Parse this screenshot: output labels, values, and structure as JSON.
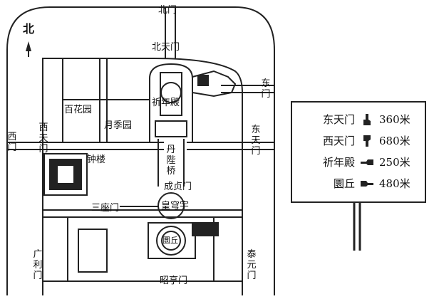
{
  "compass": {
    "label": "北"
  },
  "map": {
    "gates": {
      "north_gate": "北门",
      "north_tianmen": "北天门",
      "east_gate": "东门",
      "east_tianmen": "东天门",
      "west_gate": "西门",
      "west_tianmen": "西天门",
      "guangli_gate": "广利门",
      "taiyuan_gate": "泰元门",
      "zhaoheng_gate": "昭亨门",
      "chengzhen_gate": "成贞门",
      "sanzuo_gate": "三座门"
    },
    "sites": {
      "qiniandian": "祈年殿",
      "baihuayuan": "百花园",
      "yuejiyuan": "月季园",
      "zhonglou": "钟楼",
      "danbiqiao": "丹陛桥",
      "huangqiongyu": "皇穹宇",
      "yuanqiu": "圜丘"
    }
  },
  "sign": {
    "rows": [
      {
        "place": "东天门",
        "arrow_icon": "pointing-up-hand-icon",
        "distance": "360米"
      },
      {
        "place": "西天门",
        "arrow_icon": "pointing-down-hand-icon",
        "distance": "680米"
      },
      {
        "place": "祈年殿",
        "arrow_icon": "pointing-left-hand-icon",
        "distance": "250米"
      },
      {
        "place": "圜丘",
        "arrow_icon": "pointing-right-hand-icon",
        "distance": "480米"
      }
    ]
  }
}
